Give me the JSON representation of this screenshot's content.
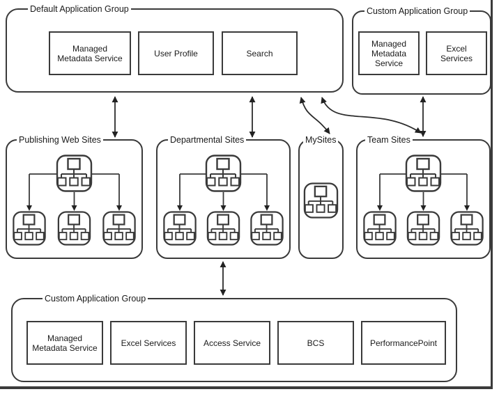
{
  "groups": {
    "default": {
      "label": "Default Application Group",
      "services": [
        "Managed Metadata Service",
        "User Profile",
        "Search"
      ]
    },
    "custom_top": {
      "label": "Custom Application Group",
      "services": [
        "Managed Metadata Service",
        "Excel Services"
      ]
    },
    "custom_bottom": {
      "label": "Custom Application Group",
      "services": [
        "Managed Metadata Service",
        "Excel Services",
        "Access Service",
        "BCS",
        "PerformancePoint"
      ]
    }
  },
  "sites": {
    "publishing": {
      "label": "Publishing Web Sites",
      "site_icon_count": 4
    },
    "departmental": {
      "label": "Departmental Sites",
      "site_icon_count": 4
    },
    "mysites": {
      "label": "MySites",
      "site_icon_count": 1
    },
    "team": {
      "label": "Team Sites",
      "site_icon_count": 4
    }
  },
  "connections": [
    {
      "from": "Default Application Group",
      "to": "Publishing Web Sites",
      "style": "straight",
      "bidirectional": true
    },
    {
      "from": "Default Application Group",
      "to": "Departmental Sites",
      "style": "straight",
      "bidirectional": true
    },
    {
      "from": "Default Application Group",
      "to": "MySites",
      "style": "curved",
      "bidirectional": true
    },
    {
      "from": "Default Application Group",
      "to": "Team Sites",
      "style": "curved",
      "bidirectional": true
    },
    {
      "from": "Custom Application Group (top)",
      "to": "Team Sites",
      "style": "straight",
      "bidirectional": true
    },
    {
      "from": "Departmental Sites",
      "to": "Custom Application Group (bottom)",
      "style": "straight",
      "bidirectional": true
    }
  ],
  "icons": {
    "site_icon": "org-chart-site-collection-icon"
  },
  "colors": {
    "line": "#3a3a3a",
    "text": "#1a1a1a",
    "background": "#ffffff",
    "frame_shadow": "#3b3b3b"
  }
}
